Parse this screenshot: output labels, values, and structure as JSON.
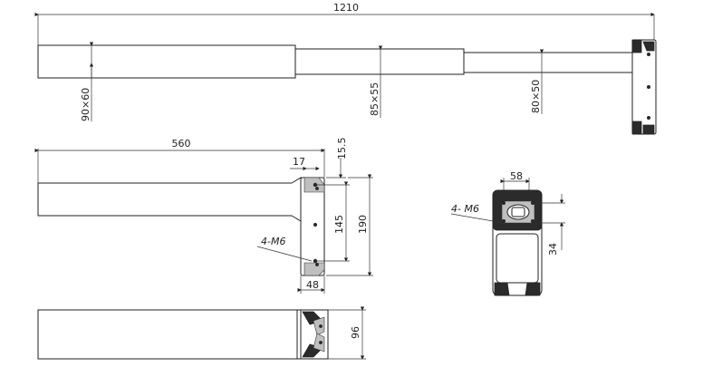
{
  "dimensions": {
    "overall_length": "1210",
    "section_large": "90×60",
    "section_mid": "85×55",
    "section_small": "80×50",
    "retracted_length": "560",
    "bracket_offset": "17",
    "top_offset": "15.5",
    "hole_spacing_vertical": "145",
    "bracket_height": "190",
    "bracket_depth": "48",
    "bottom_height": "96",
    "end_width": "58",
    "end_spacing": "34"
  },
  "callouts": {
    "side_holes": "4-M6",
    "end_holes": "4- M6"
  }
}
